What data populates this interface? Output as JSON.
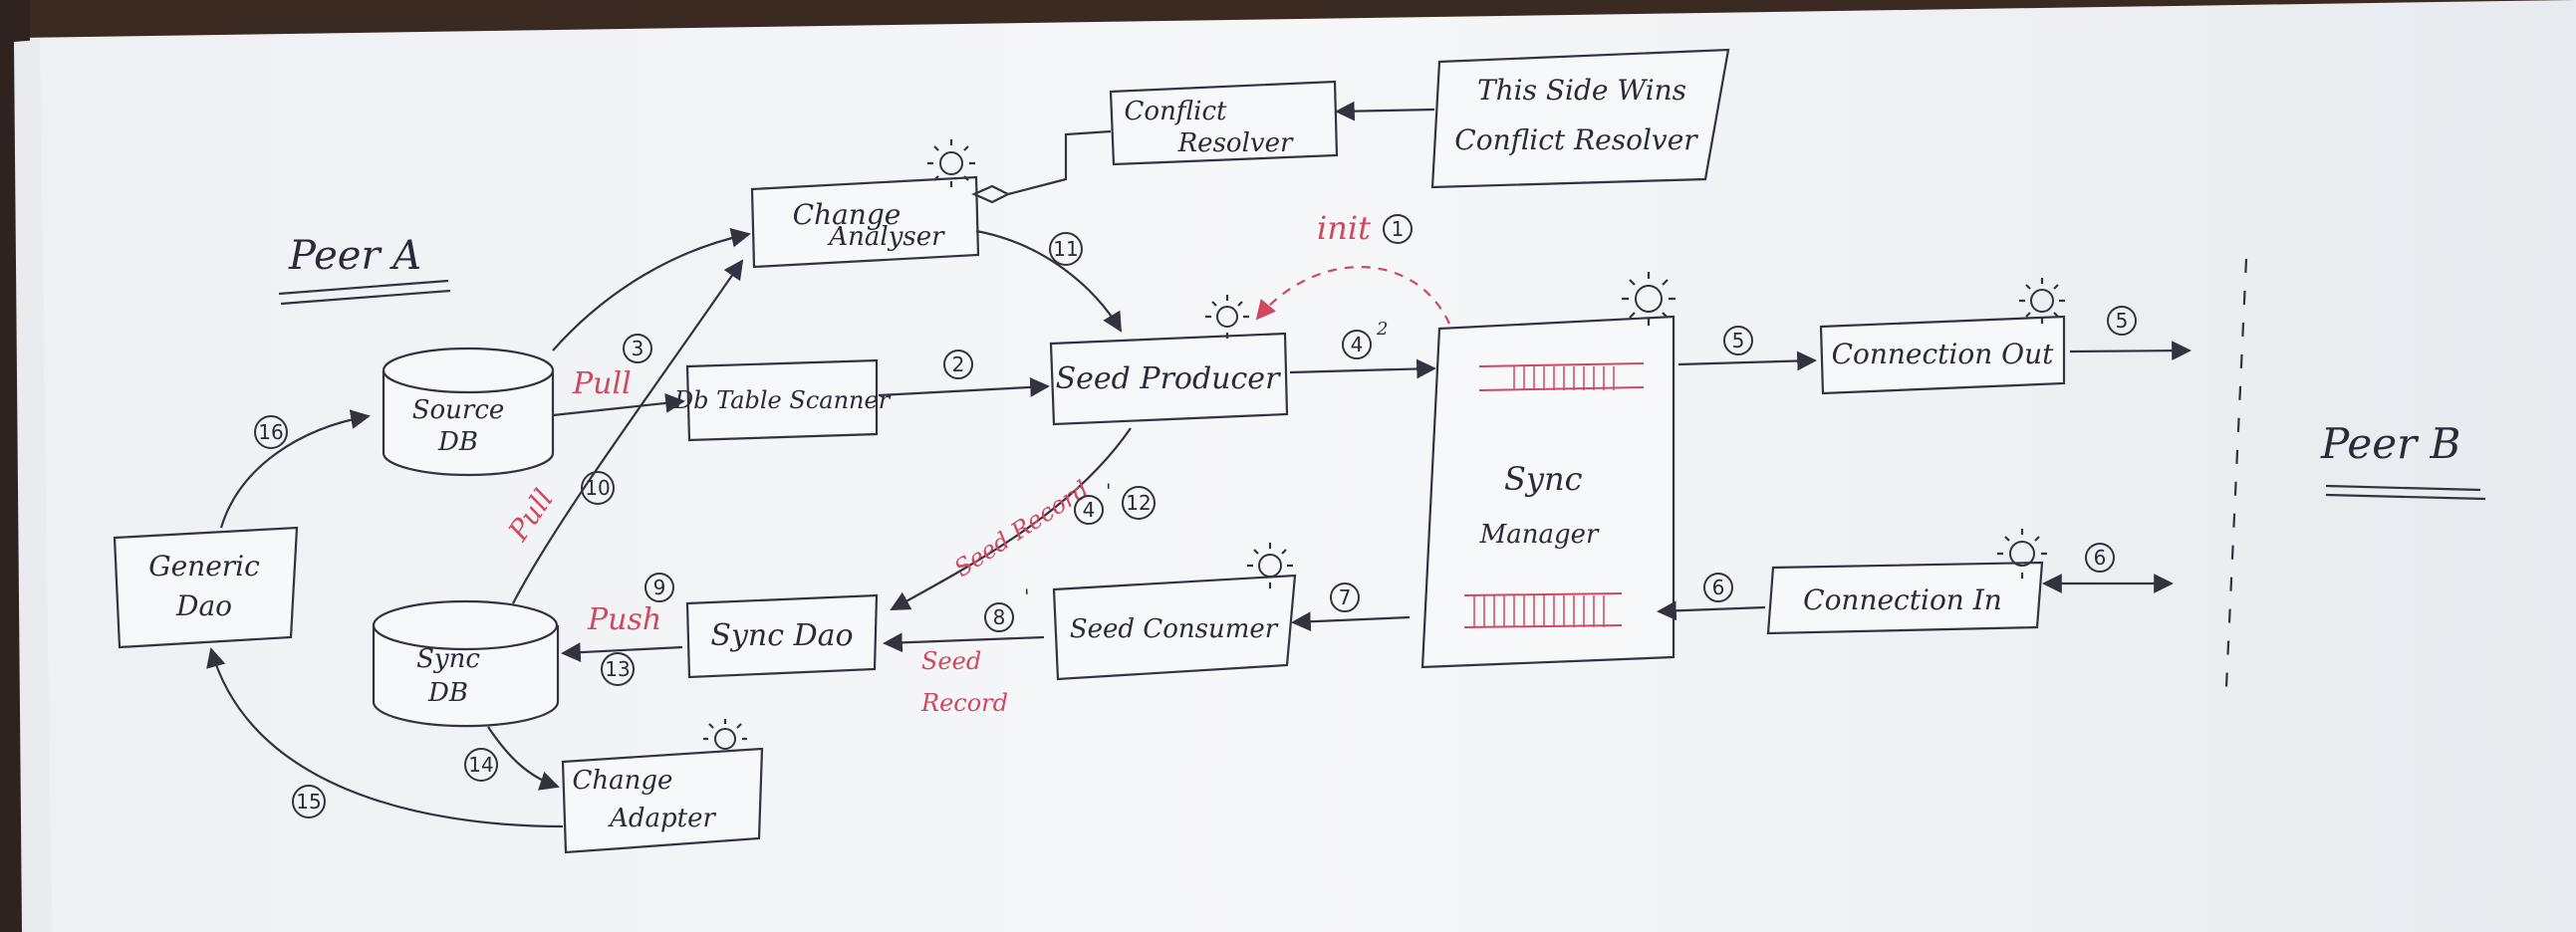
{
  "labels": {
    "peer_a": "Peer A",
    "peer_b": "Peer B",
    "init": "init",
    "pull_1": "Pull",
    "pull_2": "Pull",
    "push": "Push",
    "seed_record_1": "Seed Record",
    "seed_record_2_line1": "Seed",
    "seed_record_2_line2": "Record"
  },
  "nodes": {
    "generic_dao": {
      "line1": "Generic",
      "line2": "Dao"
    },
    "source_db": {
      "line1": "Source",
      "line2": "DB"
    },
    "sync_db": {
      "line1": "Sync",
      "line2": "DB"
    },
    "db_table_scanner": "Db Table Scanner",
    "change_analyser": {
      "line1": "Change",
      "line2": "Analyser"
    },
    "conflict_resolver": {
      "line1": "Conflict",
      "line2": "Resolver"
    },
    "this_side_wins": {
      "line1": "This Side Wins",
      "line2": "Conflict Resolver"
    },
    "seed_producer": "Seed Producer",
    "sync_manager": {
      "line1": "Sync",
      "line2": "Manager"
    },
    "connection_out": "Connection Out",
    "connection_in": "Connection In",
    "seed_consumer": "Seed Consumer",
    "sync_dao": "Sync Dao",
    "change_adapter": {
      "line1": "Change",
      "line2": "Adapter"
    }
  },
  "step_numbers": {
    "s1": "1",
    "s2_scanner": "2",
    "s2_manager": "4",
    "s2_sup": "2",
    "s3": "3",
    "s4": "4",
    "s4_prime": "'",
    "s12": "12",
    "s5a": "5",
    "s5b": "5",
    "s6a": "6",
    "s6b": "6",
    "s7": "7",
    "s8": "8",
    "s8_prime": "'",
    "s9": "9",
    "s10": "10",
    "s11": "11",
    "s13": "13",
    "s14": "14",
    "s15": "15",
    "s16": "16"
  },
  "colors": {
    "paper": "#f4f5f7",
    "ink": "#33333f",
    "red_ink": "#d0485e",
    "background": "#3a2a22"
  }
}
